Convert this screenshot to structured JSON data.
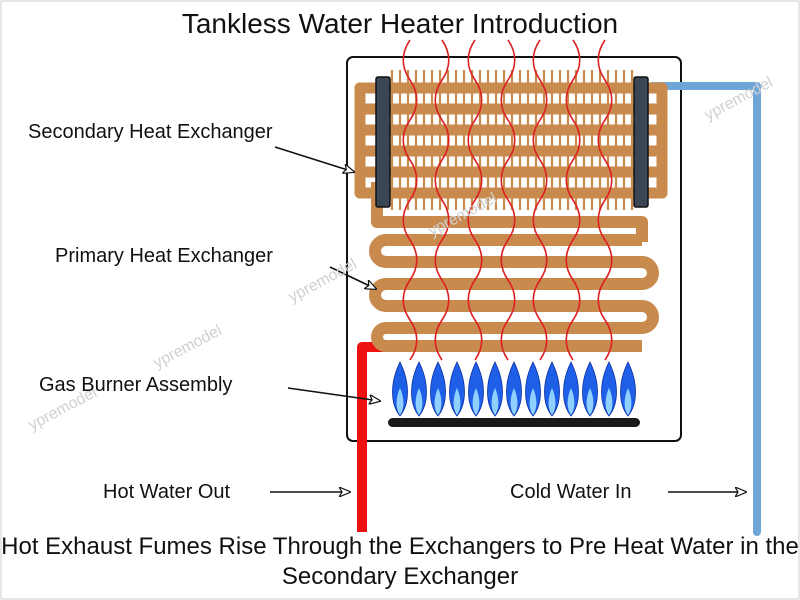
{
  "title": "Tankless Water Heater Introduction",
  "labels": {
    "secondary": "Secondary Heat Exchanger",
    "primary": "Primary Heat Exchanger",
    "burner": "Gas Burner Assembly",
    "hot_out": "Hot Water Out",
    "cold_in": "Cold Water In"
  },
  "caption": "Hot Exhaust Fumes Rise Through the Exchangers to Pre Heat Water in the Secondary Exchanger",
  "watermark": "ypremodel",
  "colors": {
    "copper": "#c98a4e",
    "copper_dark": "#a86c36",
    "hot_pipe": "#ee1111",
    "cold_pipe": "#6ea6d8",
    "flame_outer": "#1f5fe8",
    "flame_inner": "#8fd0ff",
    "heat_line": "#dd1f1f",
    "header_bar": "#3b4654",
    "burner_bar": "#1a1a1a"
  }
}
